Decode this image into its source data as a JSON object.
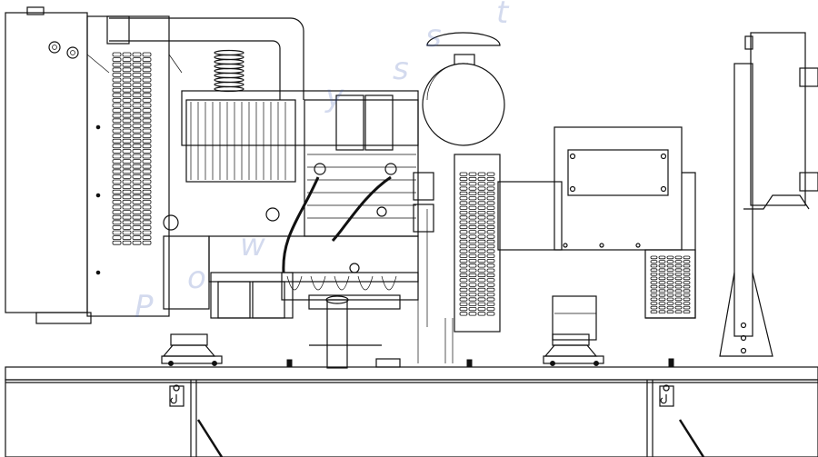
{
  "drawing": {
    "subject": "diesel-generator-set-side-elevation"
  },
  "watermark": {
    "letters_top": [
      "s",
      "t"
    ],
    "letters_mid": [
      "y",
      "s"
    ],
    "letters_low": [
      "P",
      "o",
      "w"
    ],
    "color": "#3b5bb5"
  },
  "colors": {
    "line": "#111111",
    "background": "#ffffff"
  }
}
